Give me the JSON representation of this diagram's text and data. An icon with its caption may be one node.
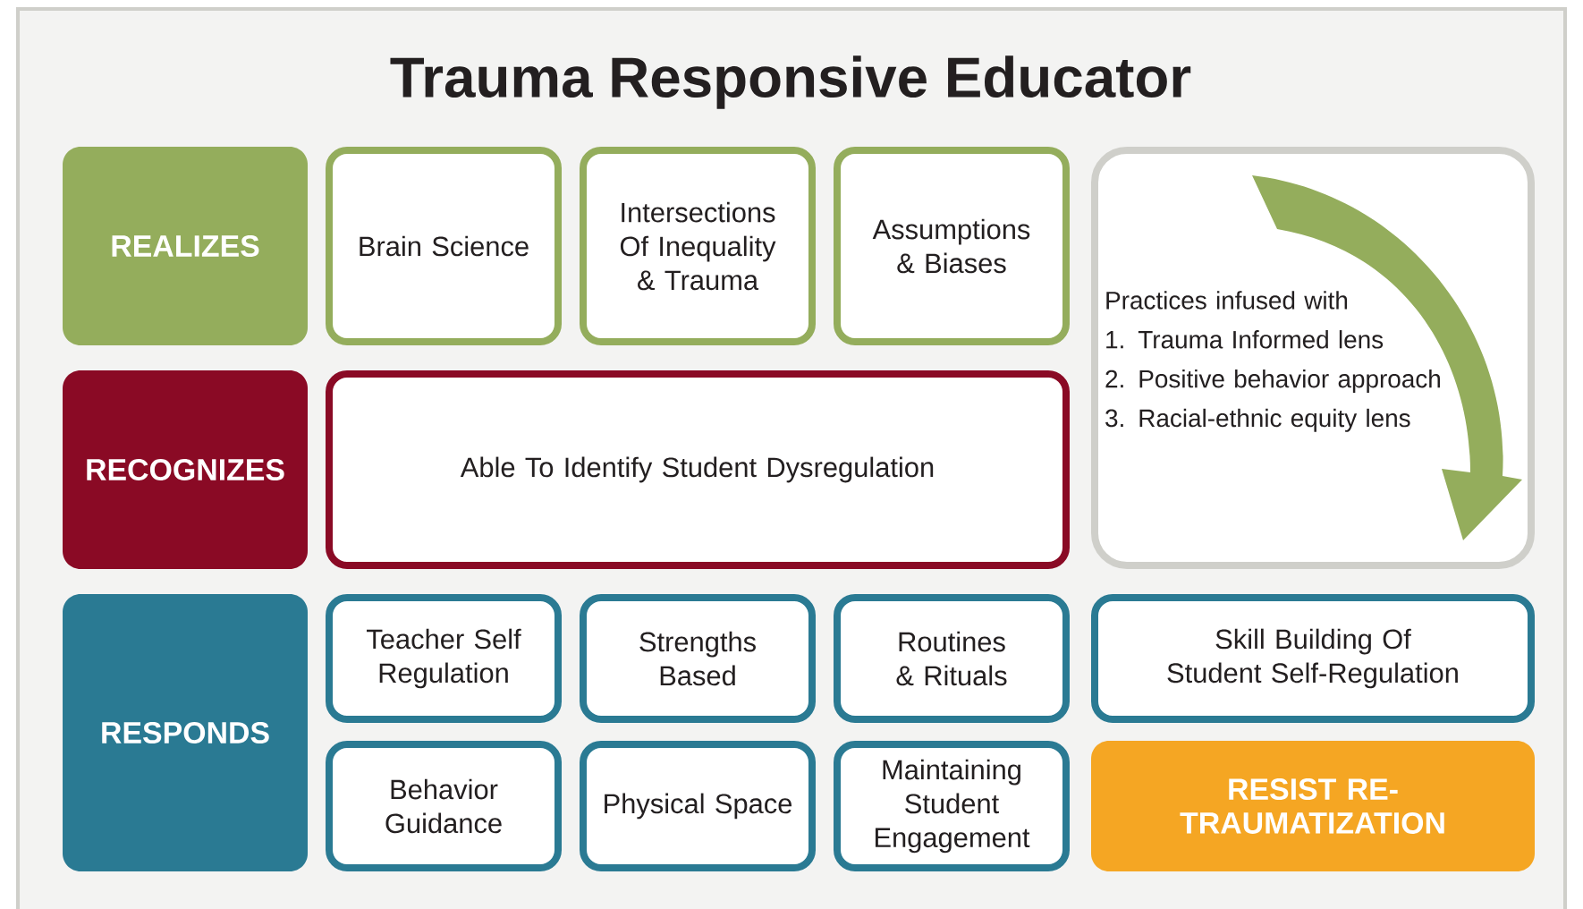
{
  "diagram": {
    "title": "Trauma Responsive Educator",
    "nodes": [
      {
        "text": [
          "REALIZES"
        ]
      },
      {
        "text": [
          "Brain Science"
        ]
      },
      {
        "text": [
          "Intersections Of Inequality & Trauma"
        ]
      },
      {
        "text": [
          "Assumptions & Biases"
        ]
      },
      {
        "text": [
          "Practices infused with",
          "1. Trauma Informed lens",
          "2. Positive behavior approach",
          "3. Racial-ethnic equity lens"
        ]
      },
      {
        "text": [
          "RECOGNIZES"
        ]
      },
      {
        "text": [
          "Able To Identify Student Dysregulation"
        ]
      },
      {
        "text": [
          "RESPONDS"
        ]
      },
      {
        "text": [
          "Teacher Self Regulation"
        ]
      },
      {
        "text": [
          "Strengths Based"
        ]
      },
      {
        "text": [
          "Routines & Rituals"
        ]
      },
      {
        "text": [
          "Skill Building Of Student Self-Regulation"
        ]
      },
      {
        "text": [
          "Behavior Guidance"
        ]
      },
      {
        "text": [
          "Physical Space"
        ]
      },
      {
        "text": [
          "Maintaining Student Engagement"
        ]
      },
      {
        "text": [
          "RESIST RE-TRAUMATIZATION"
        ]
      }
    ]
  }
}
